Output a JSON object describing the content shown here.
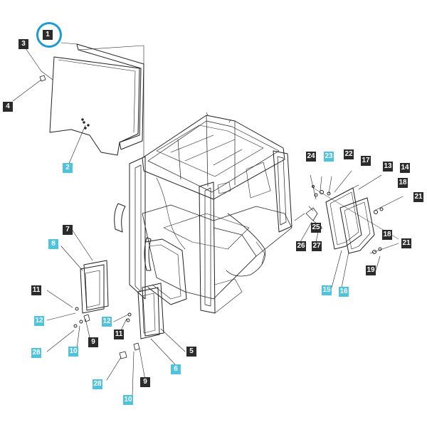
{
  "colors": {
    "dark_label": "#2b2b2b",
    "blue_label": "#4fc3dc",
    "highlight_ring": "#1e9bd7",
    "line": "#222222"
  },
  "callouts": [
    {
      "id": "c1",
      "text": "1",
      "style": "dark"
    },
    {
      "id": "c2",
      "text": "2",
      "style": "blue"
    },
    {
      "id": "c3",
      "text": "3",
      "style": "dark"
    },
    {
      "id": "c4",
      "text": "4",
      "style": "dark"
    },
    {
      "id": "c5",
      "text": "5",
      "style": "dark"
    },
    {
      "id": "c6",
      "text": "6",
      "style": "blue"
    },
    {
      "id": "c7",
      "text": "7",
      "style": "dark"
    },
    {
      "id": "c8",
      "text": "8",
      "style": "blue"
    },
    {
      "id": "c9a",
      "text": "9",
      "style": "dark"
    },
    {
      "id": "c9b",
      "text": "9",
      "style": "dark"
    },
    {
      "id": "c10a",
      "text": "10",
      "style": "blue"
    },
    {
      "id": "c10b",
      "text": "10",
      "style": "blue"
    },
    {
      "id": "c11a",
      "text": "11",
      "style": "dark"
    },
    {
      "id": "c11b",
      "text": "11",
      "style": "dark"
    },
    {
      "id": "c12a",
      "text": "12",
      "style": "blue"
    },
    {
      "id": "c12b",
      "text": "12",
      "style": "blue"
    },
    {
      "id": "c13",
      "text": "13",
      "style": "dark"
    },
    {
      "id": "c14",
      "text": "14",
      "style": "dark"
    },
    {
      "id": "c15",
      "text": "15",
      "style": "blue"
    },
    {
      "id": "c16",
      "text": "16",
      "style": "blue"
    },
    {
      "id": "c17",
      "text": "17",
      "style": "dark"
    },
    {
      "id": "c18a",
      "text": "18",
      "style": "dark"
    },
    {
      "id": "c18b",
      "text": "18",
      "style": "dark"
    },
    {
      "id": "c19",
      "text": "19",
      "style": "dark"
    },
    {
      "id": "c21a",
      "text": "21",
      "style": "dark"
    },
    {
      "id": "c21b",
      "text": "21",
      "style": "dark"
    },
    {
      "id": "c22",
      "text": "22",
      "style": "dark"
    },
    {
      "id": "c23",
      "text": "23",
      "style": "blue"
    },
    {
      "id": "c24",
      "text": "24",
      "style": "dark"
    },
    {
      "id": "c25",
      "text": "25",
      "style": "dark"
    },
    {
      "id": "c26",
      "text": "26",
      "style": "dark"
    },
    {
      "id": "c27",
      "text": "27",
      "style": "dark"
    },
    {
      "id": "c28a",
      "text": "28",
      "style": "blue"
    },
    {
      "id": "c28b",
      "text": "28",
      "style": "blue"
    }
  ],
  "highlighted_callout": "c1"
}
